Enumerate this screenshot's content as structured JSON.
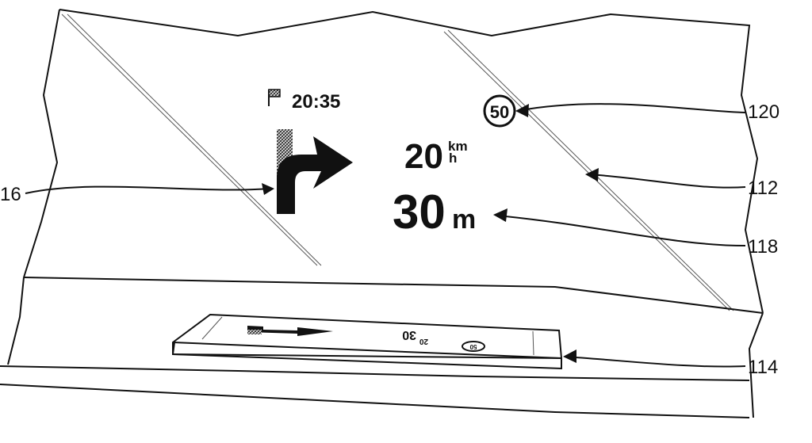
{
  "figure": {
    "hud": {
      "eta_time": "20:35",
      "speed_value": "20",
      "speed_unit_top": "km",
      "speed_unit_bottom": "h",
      "distance_value": "30",
      "distance_unit": "m",
      "speed_limit": "50"
    },
    "reference_labels": {
      "turn_arrow": "16",
      "speed_limit_sign": "120",
      "windshield": "112",
      "distance": "118",
      "display_unit": "114"
    },
    "colors": {
      "ink": "#111111",
      "paper": "#ffffff"
    }
  }
}
